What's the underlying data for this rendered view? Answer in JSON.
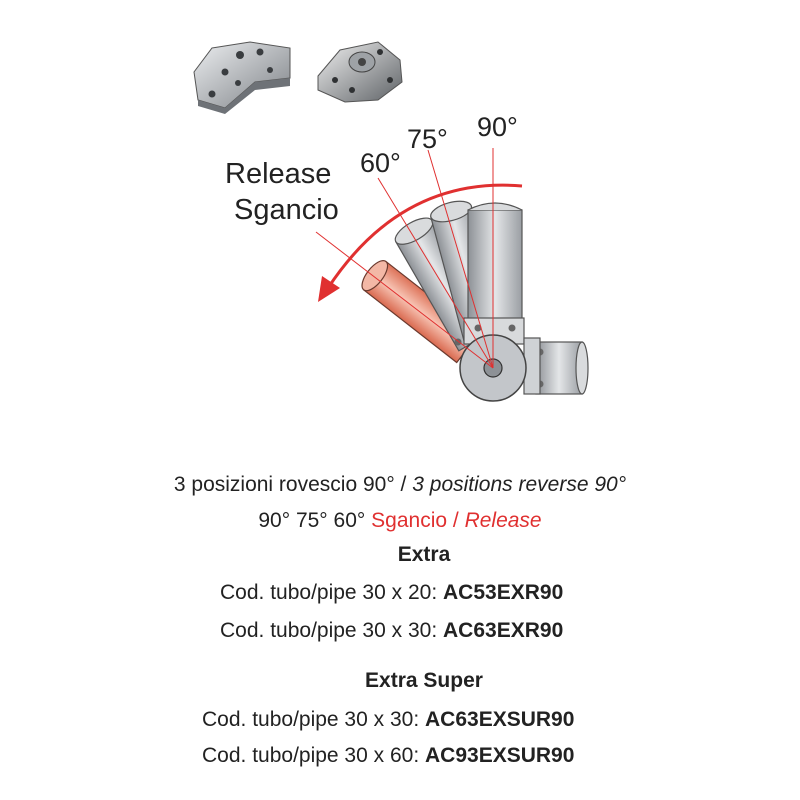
{
  "diagram": {
    "angle_labels": [
      "60°",
      "75°",
      "90°"
    ],
    "release_en": "Release",
    "release_it": "Sgancio",
    "colors": {
      "arrow": "#e03030",
      "pipe_gray": "#c9ccd0",
      "pipe_red": "#ec8b72",
      "outline": "#555555"
    }
  },
  "caption": {
    "line1_it": "3 posizioni rovescio 90° /",
    "line1_en": "3 positions reverse 90°",
    "line2_angles": "90° 75° 60°",
    "line2_release_it": "Sgancio /",
    "line2_release_en": "Release"
  },
  "extra": {
    "heading": "Extra",
    "rows": [
      {
        "label": "Cod. tubo/pipe 30 x 20:",
        "code": "AC53EXR90"
      },
      {
        "label": "Cod. tubo/pipe 30 x 30:",
        "code": "AC63EXR90"
      }
    ]
  },
  "extra_super": {
    "heading": "Extra Super",
    "rows": [
      {
        "label": "Cod. tubo/pipe 30 x 30:",
        "code": "AC63EXSUR90"
      },
      {
        "label": "Cod. tubo/pipe 30 x 60:",
        "code": "AC93EXSUR90"
      }
    ]
  }
}
